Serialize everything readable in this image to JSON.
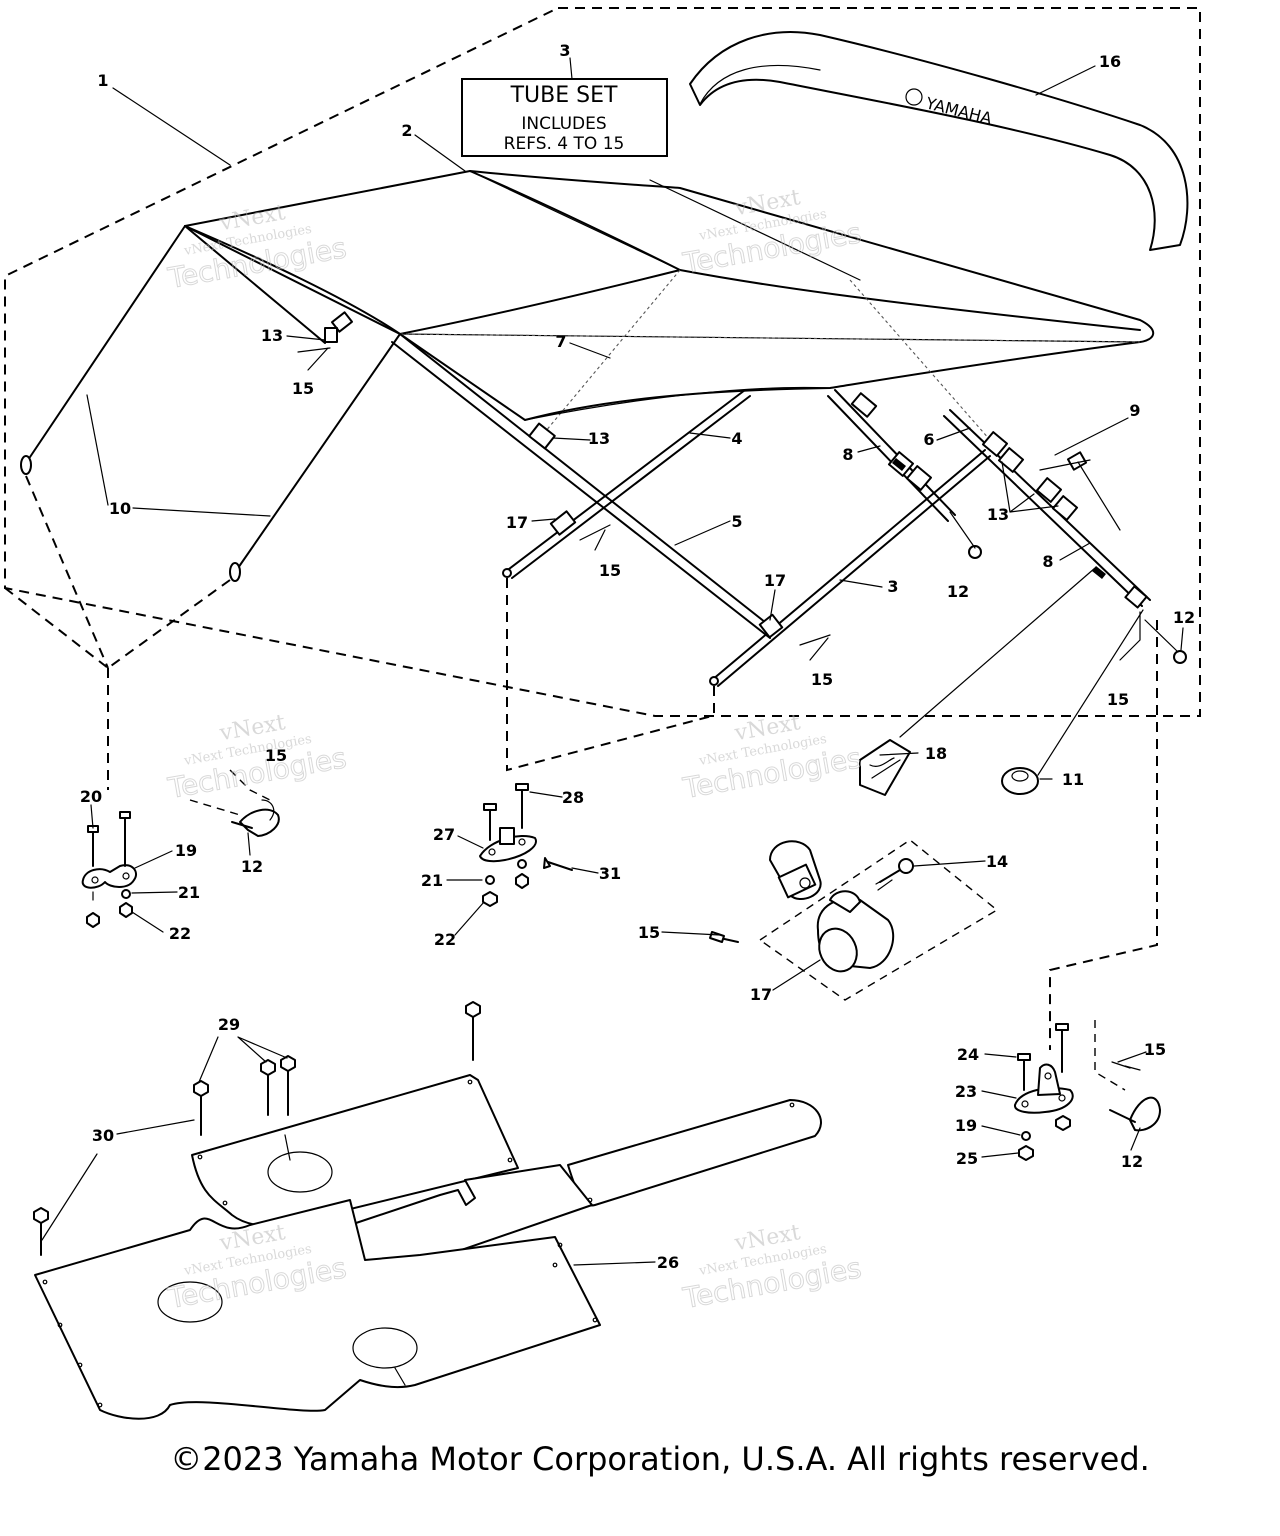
{
  "diagram": {
    "box_title": "TUBE SET",
    "box_line2": "INCLUDES",
    "box_line3": "REFS. 4 TO 15",
    "brand_logo": "YAMAHA",
    "watermark": {
      "line1": "vNext",
      "line2": "vNext Technologies",
      "line3": "Technologies"
    },
    "callouts": [
      "1",
      "2",
      "3",
      "16",
      "13",
      "15",
      "7",
      "13",
      "4",
      "6",
      "9",
      "8",
      "10",
      "17",
      "5",
      "15",
      "13",
      "8",
      "12",
      "17",
      "3",
      "15",
      "12",
      "15",
      "18",
      "11",
      "20",
      "15",
      "19",
      "12",
      "21",
      "22",
      "28",
      "27",
      "21",
      "31",
      "22",
      "14",
      "15",
      "17",
      "24",
      "15",
      "23",
      "19",
      "25",
      "12",
      "29",
      "30",
      "26"
    ]
  },
  "footer": {
    "copyright": "©2023 Yamaha Motor Corporation, U.S.A. All rights reserved."
  }
}
